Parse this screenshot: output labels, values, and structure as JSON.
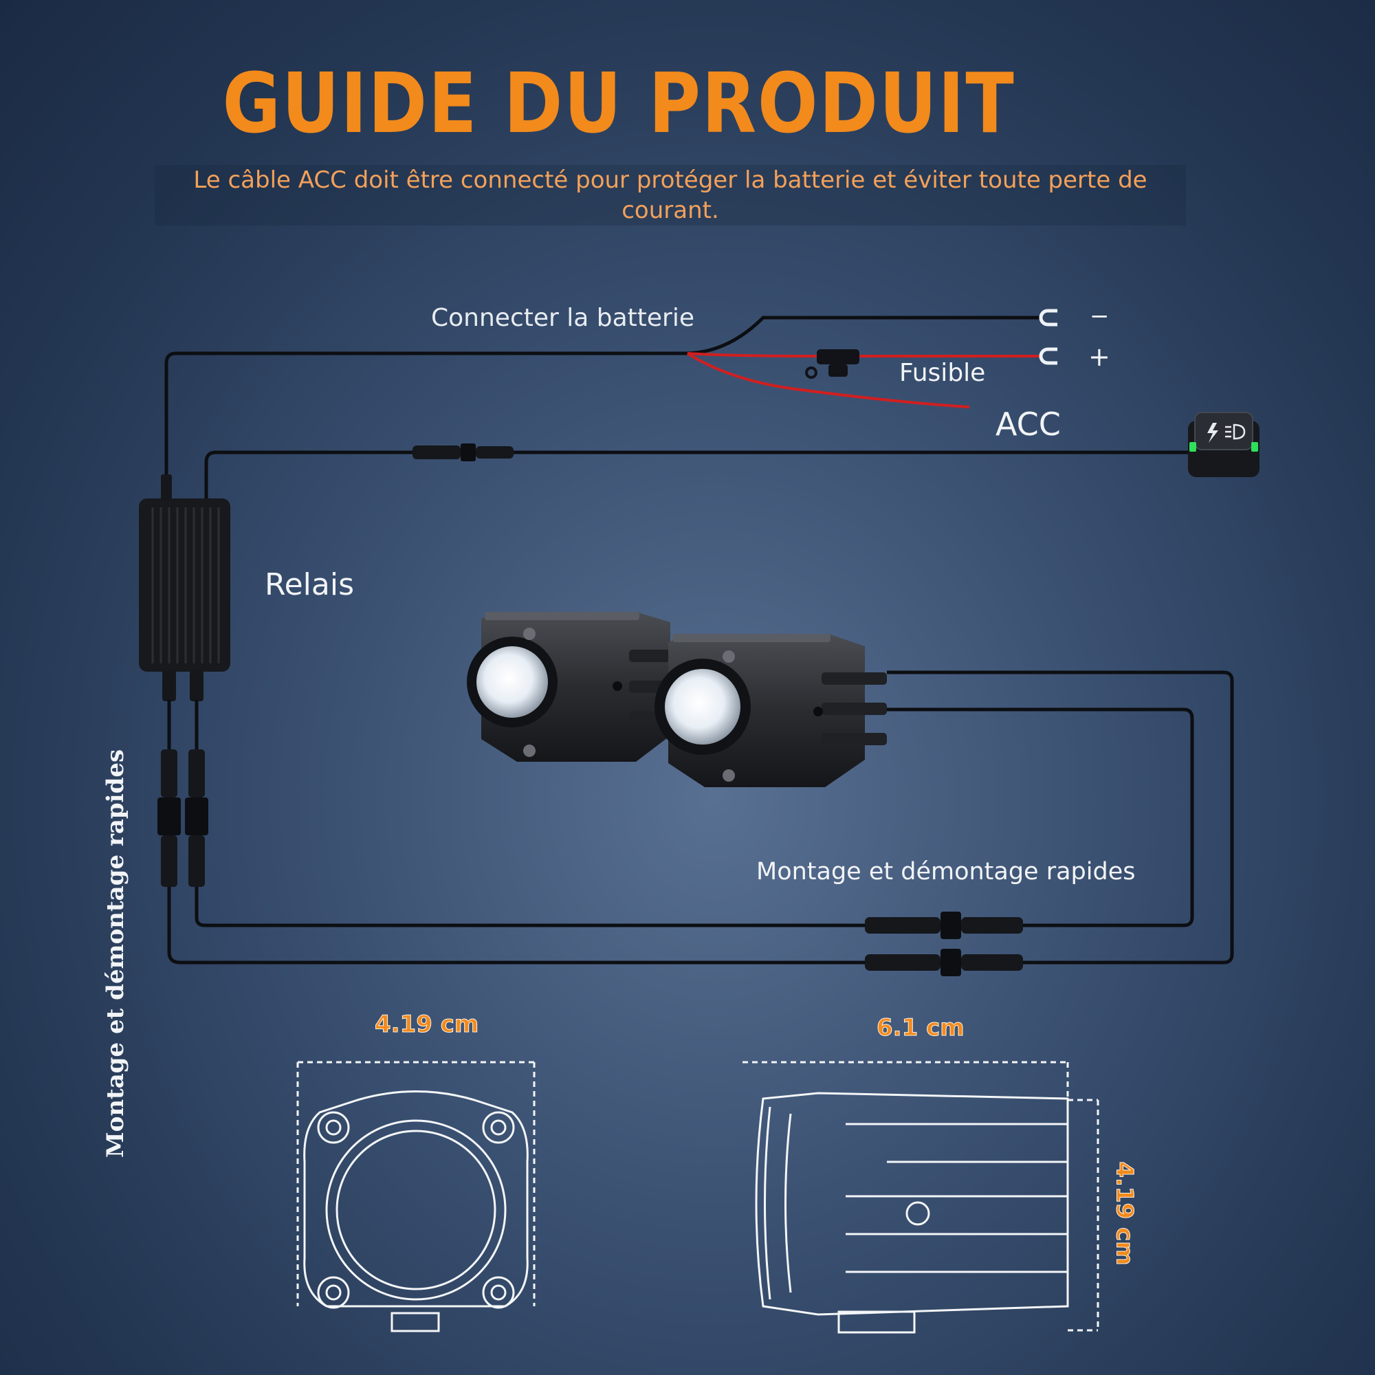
{
  "header": {
    "title": "GUIDE DU PRODUIT",
    "subtitle": "Le câble ACC doit être connecté pour protéger la batterie et éviter toute perte de courant."
  },
  "labels": {
    "battery": "Connecter la batterie",
    "minus": "−",
    "plus": "+",
    "fuse": "Fusible",
    "acc": "ACC",
    "relay": "Relais",
    "quick_connect": "Montage et démontage rapides",
    "quick_connect_vertical": "Montage et démontage rapides"
  },
  "dimensions": {
    "front_width": "4.19 cm",
    "side_length": "6.1 cm",
    "side_height": "4.19 cm"
  },
  "colors": {
    "accent": "#f28a1c",
    "background": "#2c405f",
    "wire_black": "#0c0e12",
    "wire_red": "#d21f1f",
    "led_green": "#2fe05a"
  },
  "icons": {
    "switch_symbols": [
      "lightning-icon",
      "headlight-icon"
    ]
  }
}
